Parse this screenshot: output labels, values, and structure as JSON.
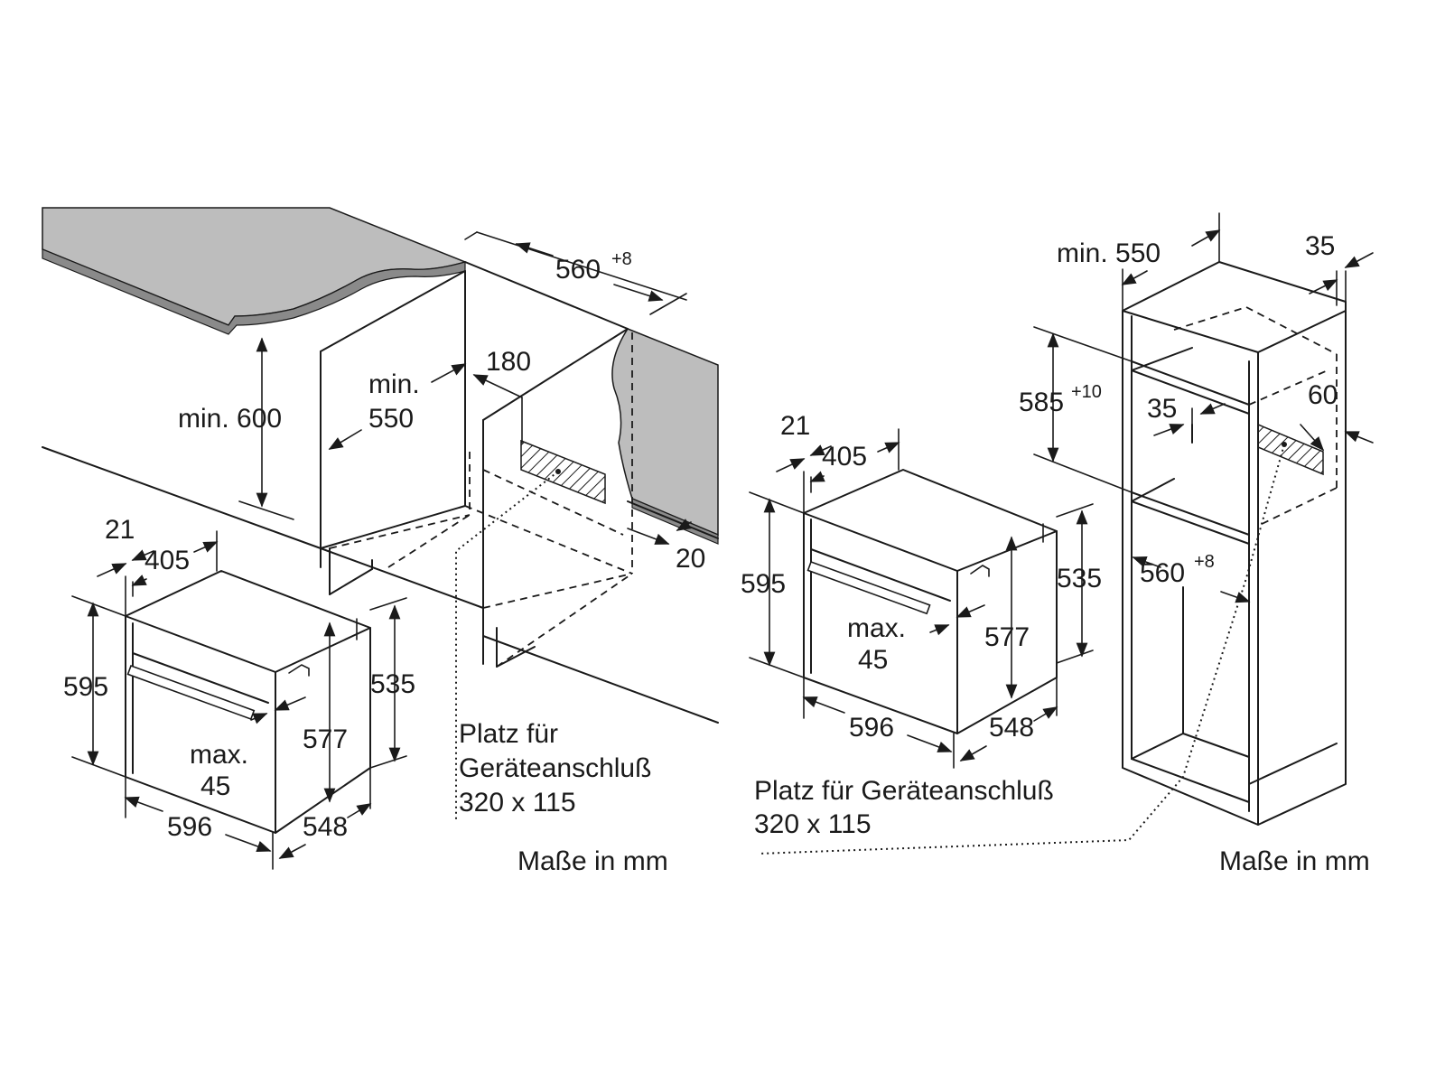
{
  "colors": {
    "line": "#1a1a1a",
    "worktop": "#bdbdbd",
    "worktop_dark": "#8a8a8a",
    "hatch": "#1a1a1a"
  },
  "left": {
    "worktop_height": "min. 600",
    "depth_min": "min.",
    "depth_min_value": "550",
    "niche_width": "560",
    "niche_width_tol": "+8",
    "slot_offset": "180",
    "gap": "20",
    "oven": {
      "front_thickness": "21",
      "cavity_depth": "405",
      "height": "595",
      "inner_height": "577",
      "body_height": "535",
      "handle_label": "max.",
      "handle_value": "45",
      "width": "596",
      "depth": "548"
    },
    "connection_line1": "Platz für",
    "connection_line2": "Geräteanschluß",
    "connection_line3": "320 x 115",
    "units": "Maße in mm"
  },
  "right": {
    "depth_min": "min. 550",
    "side_thickness": "35",
    "niche_height": "585",
    "niche_height_tol": "+10",
    "inner_offset": "35",
    "slot_offset": "60",
    "niche_width": "560",
    "niche_width_tol": "+8",
    "oven": {
      "front_thickness": "21",
      "cavity_depth": "405",
      "height": "595",
      "inner_height": "577",
      "body_height": "535",
      "handle_label": "max.",
      "handle_value": "45",
      "width": "596",
      "depth": "548"
    },
    "connection_line1": "Platz für Geräteanschluß",
    "connection_line2": "320 x 115",
    "units": "Maße in mm"
  }
}
